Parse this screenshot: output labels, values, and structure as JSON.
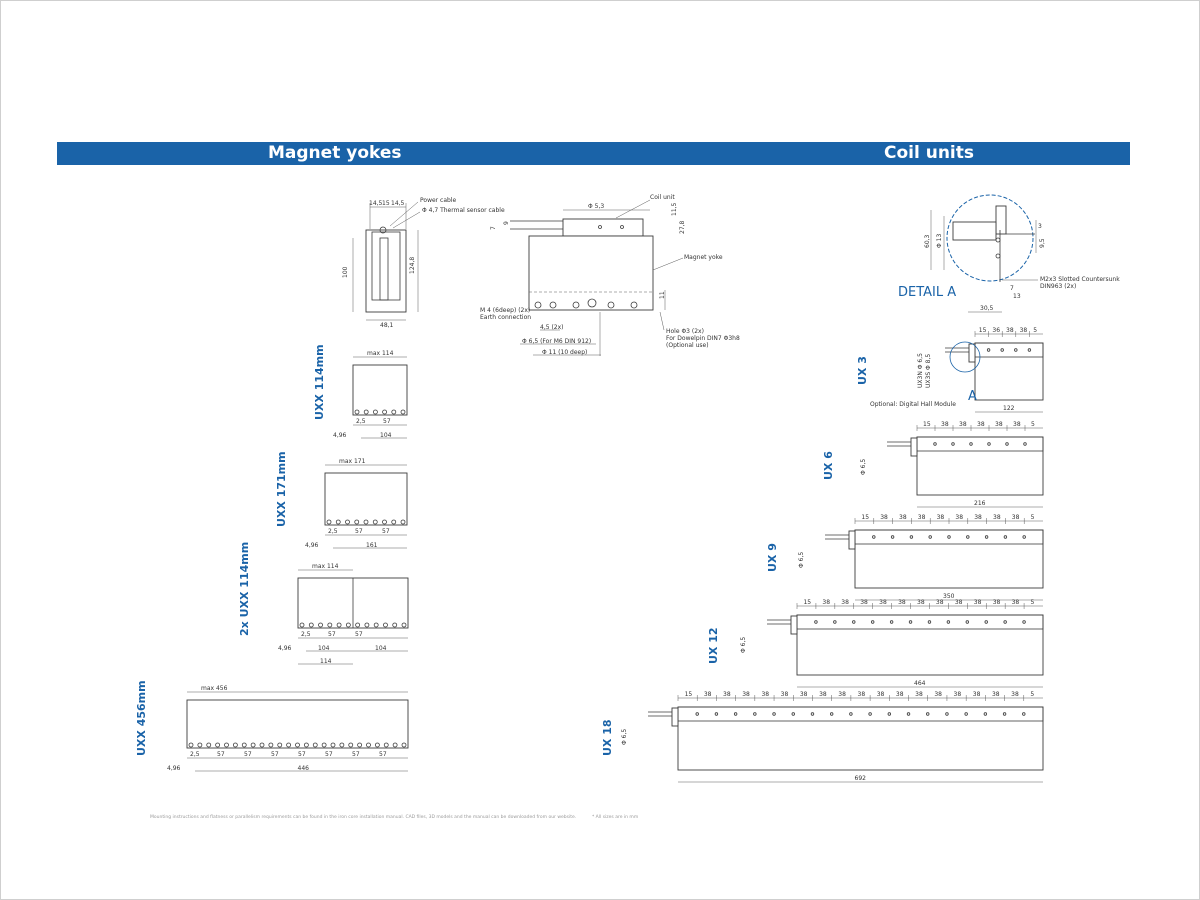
{
  "colors": {
    "accent": "#1a63a8",
    "line": "#3c3c3c"
  },
  "banner": {
    "left_title": "Magnet yokes",
    "right_title": "Coil units"
  },
  "top_view": {
    "widths": [
      "14,5",
      "15",
      "14,5"
    ],
    "height_left": "100",
    "height_right": "124,8",
    "base_width": "48,1",
    "callouts": [
      "Power cable",
      "Φ 4,7 Thermal sensor cable"
    ]
  },
  "side_view": {
    "labels": [
      "Coil unit",
      "Φ 5,3",
      "11,5",
      "9",
      "7",
      "27,8",
      "Magnet yoke",
      "11"
    ],
    "notes": [
      "M 4 (6deep) (2x)",
      "Earth connection",
      "4,5 (2x)",
      "Φ 6,5 (For M6 DIN 912)",
      "Φ 11 (10 deep)",
      "Hole Φ3 (2x)",
      "For Dowelpin DIN7 Φ3h8",
      "(Optional use)"
    ]
  },
  "detail": {
    "title": "DETAIL A",
    "labels": [
      "Φ 13",
      "60,3",
      "3",
      "9,5",
      "7",
      "13",
      "30,5"
    ],
    "screw": [
      "M2x3 Slotted Countersunk",
      "DIN963 (2x)"
    ]
  },
  "yokes": [
    {
      "name": "UXX 114mm",
      "max": "max  114",
      "dims": [
        "2,5",
        "57"
      ],
      "left": "4,96",
      "bottom": "104"
    },
    {
      "name": "UXX 171mm",
      "max": "max  171",
      "dims": [
        "2,5",
        "57",
        "57"
      ],
      "left": "4,96",
      "bottom": "161"
    },
    {
      "name": "2x UXX 114mm",
      "max": "max  114",
      "dims": [
        "2,5",
        "57",
        "57"
      ],
      "left": "4,96",
      "bottom": "104",
      "bottom2": "104",
      "total": "114"
    },
    {
      "name": "UXX 456mm",
      "max": "max  456",
      "dims": [
        "2,5",
        "57",
        "57",
        "57",
        "57",
        "57",
        "57",
        "57"
      ],
      "left": "4,96",
      "bottom": "446"
    }
  ],
  "coils": [
    {
      "name": "UX 3",
      "pitch": [
        "15",
        "36",
        "38",
        "38",
        "5"
      ],
      "total": "122",
      "dia": [
        "UX3N Φ 6,5",
        "UX3S Φ 8,5"
      ],
      "hall": "Optional: Digital Hall Module",
      "marker": "A"
    },
    {
      "name": "UX 6",
      "pitch": [
        "15",
        "38",
        "38",
        "38",
        "38",
        "38",
        "5"
      ],
      "total": "216",
      "dia": "Φ 6,5"
    },
    {
      "name": "UX 9",
      "pitch": [
        "15",
        "38",
        "38",
        "38",
        "38",
        "38",
        "38",
        "38",
        "38",
        "5"
      ],
      "total": "350",
      "dia": "Φ 6,5"
    },
    {
      "name": "UX 12",
      "pitch": [
        "15",
        "38",
        "38",
        "38",
        "38",
        "38",
        "38",
        "38",
        "38",
        "38",
        "38",
        "38",
        "5"
      ],
      "total": "464",
      "dia": "Φ 6,5"
    },
    {
      "name": "UX 18",
      "pitch": [
        "15",
        "38",
        "38",
        "38",
        "38",
        "38",
        "38",
        "38",
        "38",
        "38",
        "38",
        "38",
        "38",
        "38",
        "38",
        "38",
        "38",
        "38",
        "5"
      ],
      "total": "692",
      "dia": "Φ 6,5"
    }
  ],
  "footer": {
    "left": "Mounting instructions and flatness or parallelism requirements can be found in the iron core installation manual. CAD files, 3D models and the manual can be downloaded from our website.",
    "right": "* All sizes are in mm"
  }
}
